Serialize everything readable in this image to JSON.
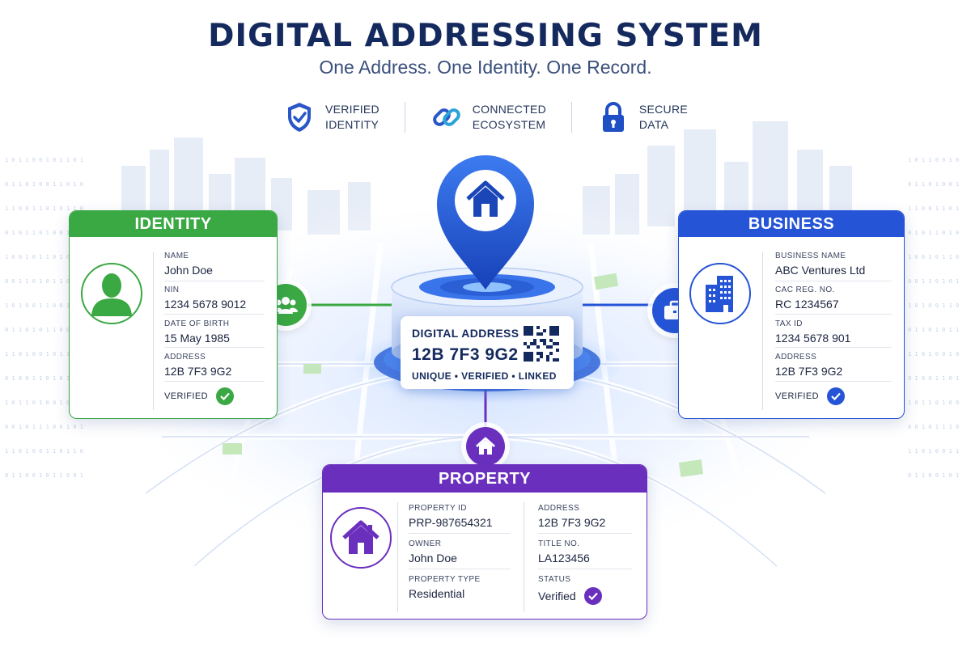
{
  "header": {
    "title": "DIGITAL ADDRESSING SYSTEM",
    "subtitle": "One Address. One Identity. One Record."
  },
  "features": [
    {
      "icon": "shield-check-icon",
      "line1": "VERIFIED",
      "line2": "IDENTITY"
    },
    {
      "icon": "chain-link-icon",
      "line1": "CONNECTED",
      "line2": "ECOSYSTEM"
    },
    {
      "icon": "padlock-icon",
      "line1": "SECURE",
      "line2": "DATA"
    }
  ],
  "hub": {
    "label": "DIGITAL ADDRESS",
    "code": "12B 7F3 9G2",
    "tagline": "UNIQUE • VERIFIED • LINKED",
    "pin_icon": "house-icon"
  },
  "identity": {
    "title": "IDENTITY",
    "color": "#3aa843",
    "fields": [
      {
        "label": "NAME",
        "value": "John Doe"
      },
      {
        "label": "NIN",
        "value": "1234 5678 9012"
      },
      {
        "label": "DATE OF BIRTH",
        "value": "15 May 1985"
      },
      {
        "label": "ADDRESS",
        "value": "12B 7F3 9G2"
      }
    ],
    "status": "VERIFIED"
  },
  "business": {
    "title": "BUSINESS",
    "color": "#2554d6",
    "fields": [
      {
        "label": "BUSINESS NAME",
        "value": "ABC Ventures Ltd"
      },
      {
        "label": "CAC REG. NO.",
        "value": "RC 1234567"
      },
      {
        "label": "TAX ID",
        "value": "1234 5678 901"
      },
      {
        "label": "ADDRESS",
        "value": "12B 7F3 9G2"
      }
    ],
    "status": "VERIFIED"
  },
  "property": {
    "title": "PROPERTY",
    "color": "#6b2fbe",
    "fields_left": [
      {
        "label": "PROPERTY ID",
        "value": "PRP-987654321"
      },
      {
        "label": "OWNER",
        "value": "John Doe"
      },
      {
        "label": "PROPERTY TYPE",
        "value": "Residential"
      }
    ],
    "fields_right": [
      {
        "label": "ADDRESS",
        "value": "12B 7F3 9G2"
      },
      {
        "label": "TITLE NO.",
        "value": "LA123456"
      },
      {
        "label": "STATUS",
        "value": "Verified"
      }
    ]
  }
}
